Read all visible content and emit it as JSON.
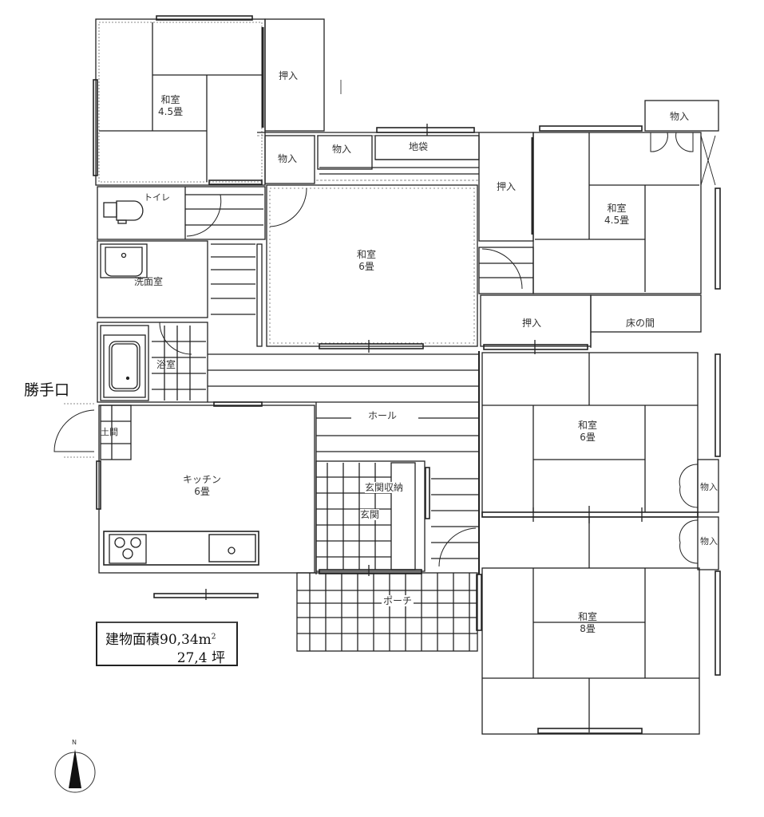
{
  "plan": {
    "title_area": {
      "label": "建物面積",
      "sqm": "90,34",
      "sqm_unit": "m",
      "sqm_sup": "2",
      "tsubo": "27,4 坪"
    },
    "rooms": {
      "washitsu_nw": {
        "name": "和室",
        "size": "4.5畳"
      },
      "oshiire_nw": {
        "name": "押入"
      },
      "monoire_1": {
        "name": "物入"
      },
      "monoire_2": {
        "name": "物入"
      },
      "jibukuro": {
        "name": "地袋"
      },
      "toilet": {
        "name": "トイレ"
      },
      "senmenshitsu": {
        "name": "洗面室"
      },
      "yokushitsu": {
        "name": "浴室"
      },
      "washitsu_center": {
        "name": "和室",
        "size": "6畳"
      },
      "oshiire_ne": {
        "name": "押入"
      },
      "washitsu_ne": {
        "name": "和室",
        "size": "4.5畳"
      },
      "monoire_ne": {
        "name": "物入"
      },
      "oshiire_east": {
        "name": "押入"
      },
      "tokonoma": {
        "name": "床の間"
      },
      "hall": {
        "name": "ホール"
      },
      "doma": {
        "name": "土間"
      },
      "kitchen": {
        "name": "キッチン",
        "size": "6畳"
      },
      "genkan_storage": {
        "name": "玄関収納"
      },
      "genkan": {
        "name": "玄関"
      },
      "washitsu_e6": {
        "name": "和室",
        "size": "6畳"
      },
      "monoire_e1": {
        "name": "物入"
      },
      "monoire_e2": {
        "name": "物入"
      },
      "porch": {
        "name": "ポーチ"
      },
      "washitsu_se": {
        "name": "和室",
        "size": "8畳"
      }
    },
    "annotations": {
      "service_entrance": "勝手口",
      "north": "N"
    },
    "colors": {
      "line": "#222222",
      "background": "#ffffff"
    }
  }
}
